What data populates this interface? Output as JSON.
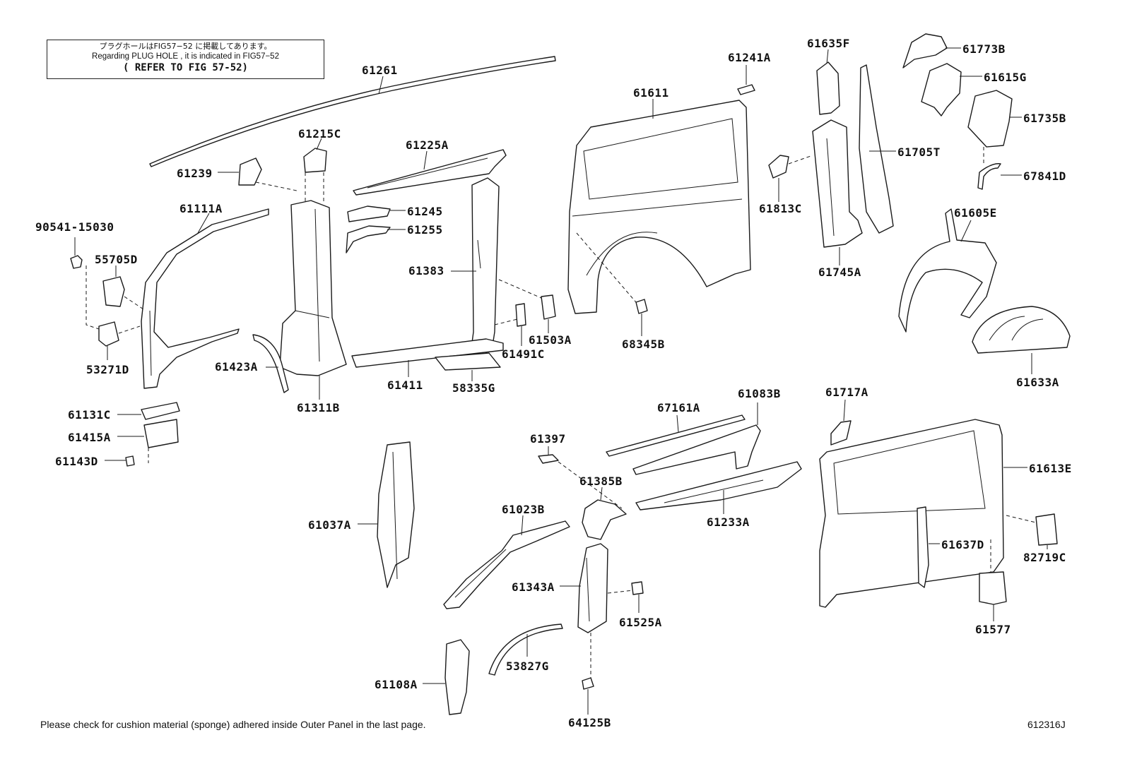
{
  "note": {
    "jp": "プラグホールはFIG57−52 に掲載してあります。",
    "en": "Regarding PLUG HOLE , it is indicated in FIG57−52",
    "refer": "( REFER TO FIG 57-52)"
  },
  "footnote": "Please check for cushion material (sponge) adhered inside Outer Panel in the last page.",
  "figure_code": "612316J",
  "labels": [
    "61261",
    "61239",
    "61215C",
    "61225A",
    "61111A",
    "90541-15030",
    "55705D",
    "61245",
    "61255",
    "61383",
    "53271D",
    "61423A",
    "61311B",
    "61411",
    "58335G",
    "61491C",
    "61503A",
    "61131C",
    "61415A",
    "61143D",
    "61611",
    "61241A",
    "61635F",
    "61773B",
    "61615G",
    "61735B",
    "61705T",
    "61813C",
    "61745A",
    "67841D",
    "61605E",
    "68345B",
    "61633A",
    "67161A",
    "61083B",
    "61717A",
    "61397",
    "61385B",
    "61613E",
    "61233A",
    "61023B",
    "61037A",
    "61637D",
    "82719C",
    "61343A",
    "61525A",
    "61577",
    "53827G",
    "61108A",
    "64125B"
  ]
}
